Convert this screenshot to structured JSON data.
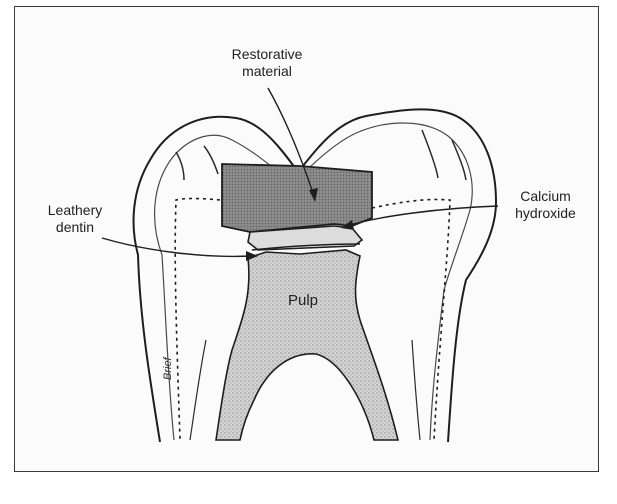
{
  "labels": {
    "restorative_line1": "Restorative",
    "restorative_line2": "material",
    "calcium_line1": "Calcium",
    "calcium_line2": "hydroxide",
    "leathery_line1": "Leathery",
    "leathery_line2": "dentin",
    "pulp": "Pulp"
  },
  "signature": "Brief",
  "colors": {
    "outline": "#1e1e1e",
    "restorative_fill": "#8a8a8a",
    "calcium_fill": "#d7d7d7",
    "pulp_fill": "#c9c9c9",
    "background": "#fbfbfb"
  }
}
